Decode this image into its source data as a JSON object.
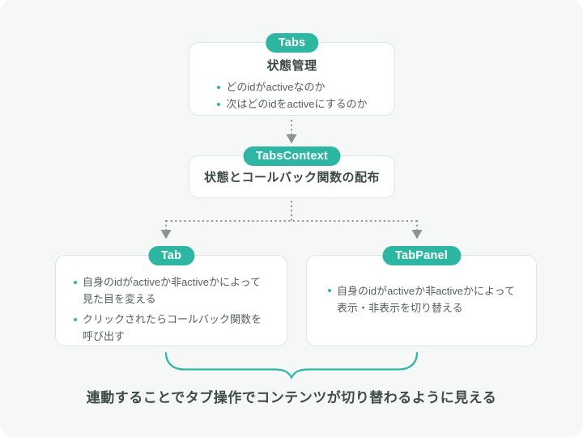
{
  "diagram": {
    "nodes": {
      "tabs": {
        "pill": "Tabs",
        "heading": "状態管理",
        "bullets": [
          "どのidがactiveなのか",
          "次はどのidをactiveにするのか"
        ]
      },
      "tabs_context": {
        "pill": "TabsContext",
        "heading": "状態とコールバック関数の配布"
      },
      "tab": {
        "pill": "Tab",
        "bullets": [
          "自身のidがactiveか非activeかによって\n見た目を変える",
          "クリックされたらコールバック関数を\n呼び出す"
        ]
      },
      "tab_panel": {
        "pill": "TabPanel",
        "bullets": [
          "自身のidがactiveか非activeかによって\n表示・非表示を切り替える"
        ]
      }
    },
    "caption": "連動することでタブ操作でコンテンツが切り替わるように見える",
    "colors": {
      "accent_teal": "#2db7a2",
      "canvas_background": "#f5f8f7",
      "box_background": "#ffffff",
      "box_border": "#d9e7e6",
      "connector_gray": "#8f989b",
      "heading_text": "#3b4847",
      "body_text": "#55605f"
    }
  }
}
